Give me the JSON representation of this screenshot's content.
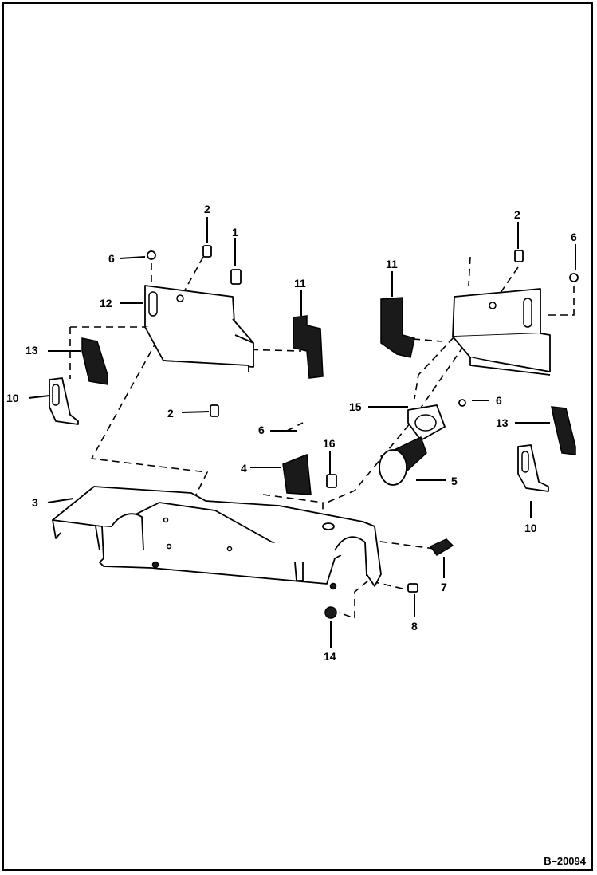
{
  "drawing_number": "B–20094",
  "callouts": [
    {
      "id": "c1",
      "text": "1"
    },
    {
      "id": "c2a",
      "text": "2"
    },
    {
      "id": "c2b",
      "text": "2"
    },
    {
      "id": "c2c",
      "text": "2"
    },
    {
      "id": "c3",
      "text": "3"
    },
    {
      "id": "c4",
      "text": "4"
    },
    {
      "id": "c5",
      "text": "5"
    },
    {
      "id": "c6a",
      "text": "6"
    },
    {
      "id": "c6b",
      "text": "6"
    },
    {
      "id": "c6c",
      "text": "6"
    },
    {
      "id": "c6d",
      "text": "6"
    },
    {
      "id": "c7",
      "text": "7"
    },
    {
      "id": "c8",
      "text": "8"
    },
    {
      "id": "c10a",
      "text": "10"
    },
    {
      "id": "c10b",
      "text": "10"
    },
    {
      "id": "c11a",
      "text": "11"
    },
    {
      "id": "c11b",
      "text": "11"
    },
    {
      "id": "c12",
      "text": "12"
    },
    {
      "id": "c13a",
      "text": "13"
    },
    {
      "id": "c13b",
      "text": "13"
    },
    {
      "id": "c14",
      "text": "14"
    },
    {
      "id": "c15",
      "text": "15"
    },
    {
      "id": "c16",
      "text": "16"
    }
  ]
}
